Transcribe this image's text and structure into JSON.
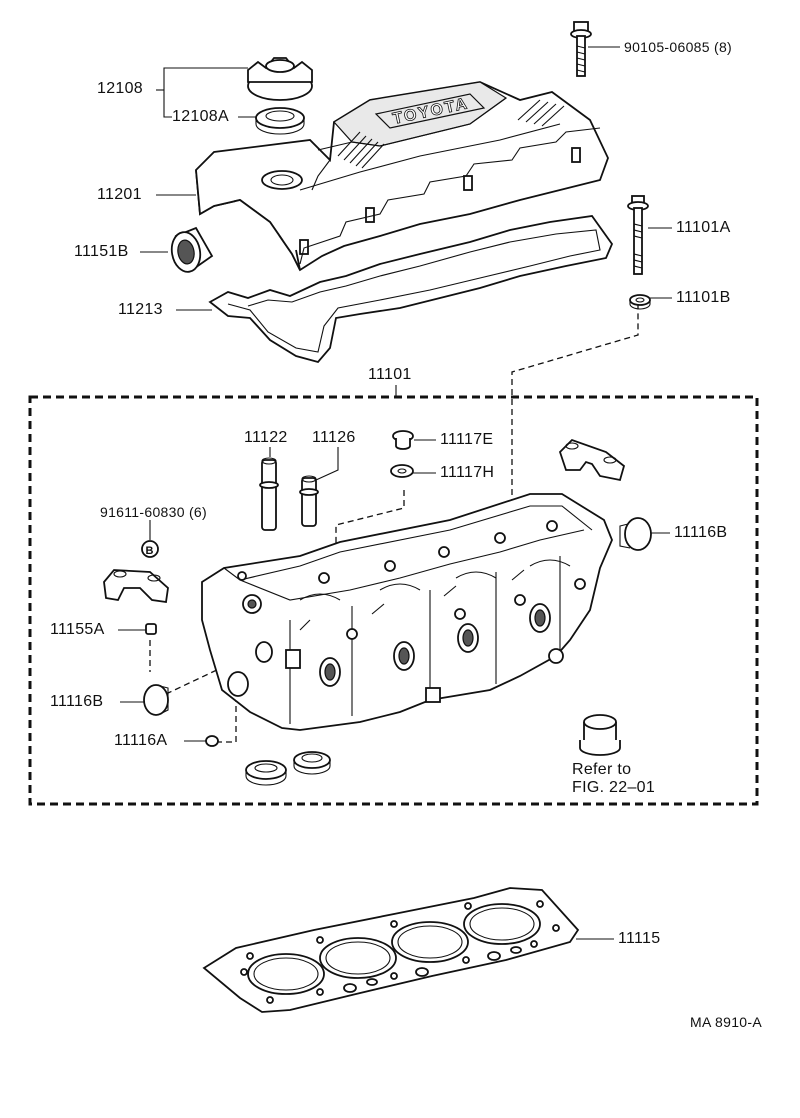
{
  "diagram": {
    "ref_code": "MA 8910-A",
    "parts": [
      {
        "id": "p12108",
        "label": "12108"
      },
      {
        "id": "p12108A",
        "label": "12108A"
      },
      {
        "id": "p90105",
        "label": "90105-06085 (8)"
      },
      {
        "id": "p11201",
        "label": "11201"
      },
      {
        "id": "p11151B",
        "label": "11151B"
      },
      {
        "id": "p11101A",
        "label": "11101A"
      },
      {
        "id": "p11213",
        "label": "11213"
      },
      {
        "id": "p11101B",
        "label": "11101B"
      },
      {
        "id": "p11101",
        "label": "11101"
      },
      {
        "id": "p11122",
        "label": "11122"
      },
      {
        "id": "p11126",
        "label": "11126"
      },
      {
        "id": "p11117E",
        "label": "11117E"
      },
      {
        "id": "p11117H",
        "label": "11117H"
      },
      {
        "id": "p91611",
        "label": "91611-60830 (6)"
      },
      {
        "id": "p11116B_r",
        "label": "11116B"
      },
      {
        "id": "p11155A",
        "label": "11155A"
      },
      {
        "id": "p11116B_l",
        "label": "11116B"
      },
      {
        "id": "p11116A",
        "label": "11116A"
      },
      {
        "id": "p11115",
        "label": "11115"
      }
    ],
    "refer_line1": "Refer to",
    "refer_line2": "FIG. 22–01",
    "cover_logo": "TOYOTA",
    "bolt_marker": "B"
  }
}
